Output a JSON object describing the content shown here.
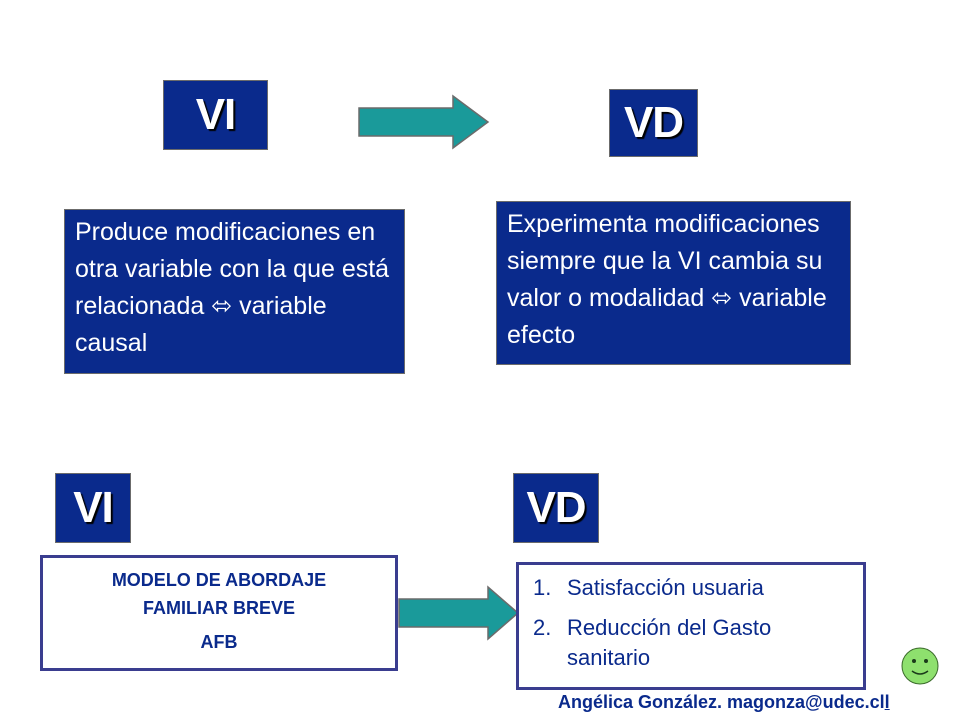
{
  "top": {
    "vi_label": "VI",
    "vd_label": "VD",
    "vi_description": "Produce modificaciones en otra variable con la que está relacionada ⬄ variable causal",
    "vd_description": "Experimenta modificaciones siempre que la VI cambia su valor o modalidad ⬄ variable efecto"
  },
  "bottom": {
    "vi_label": "VI",
    "vd_label": "VD",
    "model_lines": [
      "MODELO DE ABORDAJE",
      "FAMILIAR BREVE",
      "AFB"
    ],
    "outcomes": [
      {
        "num": "1.",
        "text": "Satisfacción usuaria"
      },
      {
        "num": "2.",
        "text": "Reducción del Gasto sanitario"
      }
    ]
  },
  "footer": {
    "author": "Angélica González. magonza@udec.cl",
    "link_char": "l"
  },
  "colors": {
    "box_blue": "#0a2a8c",
    "arrow_teal": "#1a9a9a",
    "outline": "#3a3d8f",
    "smiley": "#8ee06e"
  },
  "icons": [
    "right-arrow-icon",
    "smiley-icon"
  ]
}
